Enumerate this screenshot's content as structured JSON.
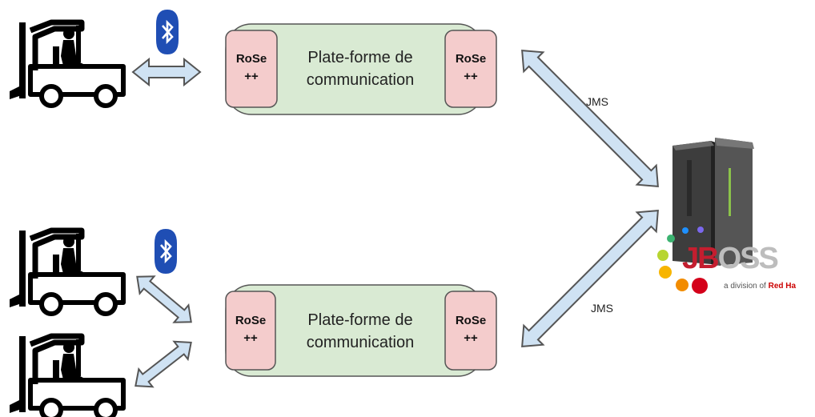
{
  "diagram": {
    "platforms": [
      {
        "label": "Plate-forme de communication",
        "rose_left": "RoSe\n++",
        "rose_right": "RoSe\n++"
      },
      {
        "label": "Plate-forme de communication",
        "rose_left": "RoSe\n++",
        "rose_right": "RoSe\n++"
      }
    ],
    "jms_labels": [
      "JMS",
      "JMS"
    ],
    "server_logo": {
      "wordmark_j": "J",
      "wordmark_b": "B",
      "wordmark_rest": "OSS",
      "tagline_prefix": "a division of ",
      "tagline_brand": "Red Ha"
    },
    "icons": [
      "forklift-icon",
      "bluetooth-icon",
      "server-icon"
    ],
    "colors": {
      "platform_fill": "#d9ead3",
      "rose_fill": "#f4cccc",
      "arrow_fill": "#cfe2f3",
      "bluetooth_blue": "#1f4eb4",
      "jboss_red": "#c41e2f"
    }
  }
}
